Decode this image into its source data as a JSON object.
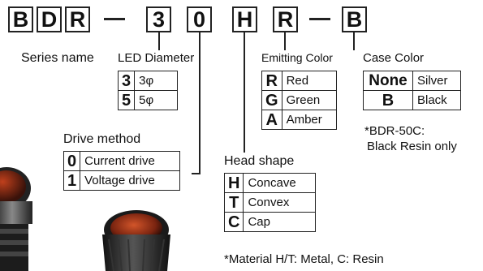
{
  "code": [
    "B",
    "D",
    "R",
    "3",
    "0",
    "H",
    "R",
    "B"
  ],
  "labels": {
    "series": "Series name",
    "led_diameter": "LED Diameter",
    "drive_method": "Drive method",
    "emitting_color": "Emitting Color",
    "case_color": "Case Color",
    "head_shape": "Head shape"
  },
  "led_diameter": [
    {
      "code": "3",
      "value": "3φ"
    },
    {
      "code": "5",
      "value": "5φ"
    }
  ],
  "drive_method": [
    {
      "code": "0",
      "value": "Current drive"
    },
    {
      "code": "1",
      "value": "Voltage drive"
    }
  ],
  "emitting_color": [
    {
      "code": "R",
      "value": "Red"
    },
    {
      "code": "G",
      "value": "Green"
    },
    {
      "code": "A",
      "value": "Amber"
    }
  ],
  "case_color": [
    {
      "code": "None",
      "value": "Silver"
    },
    {
      "code": "B",
      "value": "Black"
    }
  ],
  "head_shape": [
    {
      "code": "H",
      "value": "Concave"
    },
    {
      "code": "T",
      "value": "Convex"
    },
    {
      "code": "C",
      "value": "Cap"
    }
  ],
  "notes": {
    "case_line1": "*BDR-50C:",
    "case_line2": "Black Resin only",
    "material": "*Material H/T: Metal, C: Resin"
  }
}
